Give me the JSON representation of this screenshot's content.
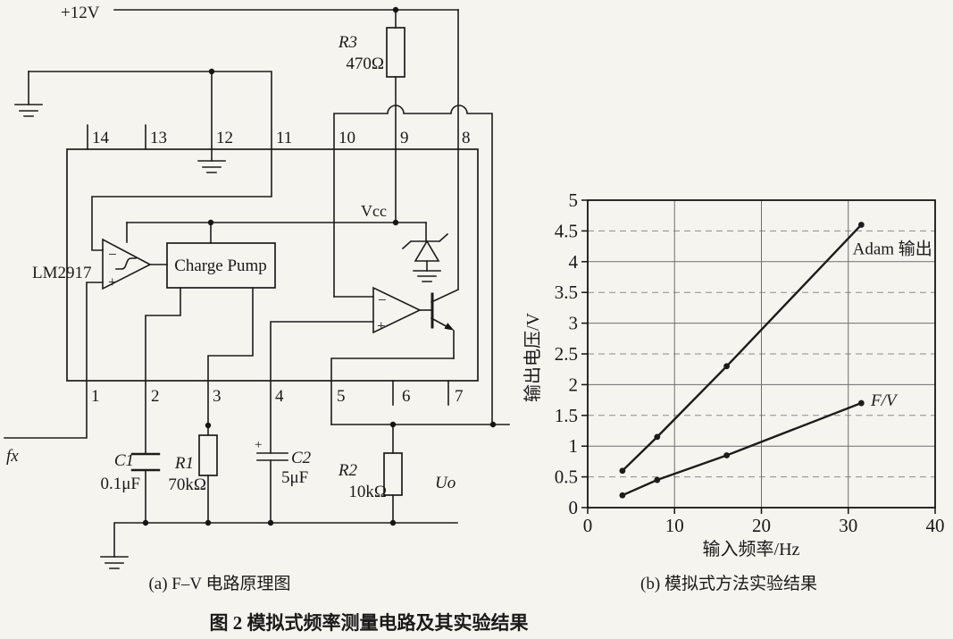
{
  "figure": {
    "caption_a": "(a) F–V 电路原理图",
    "caption_b": "(b) 模拟式方法实验结果",
    "caption_main": "图 2 模拟式频率测量电路及其实验结果"
  },
  "circuit": {
    "supply_label": "+12V",
    "input_label": "fx",
    "output_label": "Uo",
    "vcc_label": "Vcc",
    "ic_label": "LM2917",
    "charge_pump_label": "Charge Pump",
    "minus_sign": "−",
    "plus_sign": "+",
    "cap_polarity_sign": "+",
    "components": {
      "r1": {
        "name": "R1",
        "value": "70kΩ"
      },
      "r2": {
        "name": "R2",
        "value": "10kΩ"
      },
      "r3": {
        "name": "R3",
        "value": "470Ω"
      },
      "c1": {
        "name": "C1",
        "value": "0.1μF"
      },
      "c2": {
        "name": "C2",
        "value": "5μF"
      }
    },
    "pins_top": [
      "14",
      "13",
      "12",
      "11",
      "10",
      "9",
      "8"
    ],
    "pins_bottom": [
      "1",
      "2",
      "3",
      "4",
      "5",
      "6",
      "7"
    ]
  },
  "chart_data": {
    "type": "line",
    "title": "",
    "xlabel": "输入频率/Hz",
    "ylabel": "输出电压/V",
    "xlim": [
      0,
      40
    ],
    "ylim": [
      0,
      5
    ],
    "xticks": [
      0,
      10,
      20,
      30,
      40
    ],
    "ytick_step": 0.5,
    "grid": true,
    "legend_position": "inline-annotations",
    "series": [
      {
        "name": "Adam 输出",
        "x": [
          4,
          8,
          16,
          31.5
        ],
        "y": [
          0.6,
          1.15,
          2.3,
          4.6
        ]
      },
      {
        "name": "F/V",
        "x": [
          4,
          8,
          16,
          31.5
        ],
        "y": [
          0.2,
          0.45,
          0.85,
          1.7
        ]
      }
    ],
    "annotations": [
      {
        "text": "Adam 输出",
        "x": 30.5,
        "y": 4.12,
        "italic": false
      },
      {
        "text": "F/V",
        "x": 32.6,
        "y": 1.66,
        "italic": true
      }
    ]
  }
}
